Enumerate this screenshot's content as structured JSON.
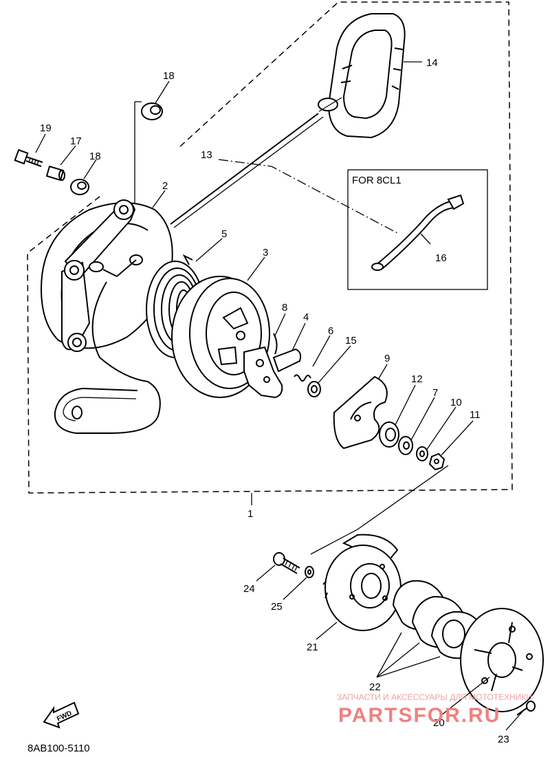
{
  "figure_code": "8AB100-5110",
  "group_label": "FOR 8CL1",
  "fwd_label": "FWD",
  "watermark": {
    "line1": "ЗАПЧАСТИ И АКСЕССУАРЫ ДЛЯ МОТОТЕХНИКИ",
    "line2": "PARTSFOR.RU"
  },
  "callouts": {
    "c1": "1",
    "c2": "2",
    "c3": "3",
    "c4": "4",
    "c5": "5",
    "c6": "6",
    "c7": "7",
    "c8": "8",
    "c9": "9",
    "c10": "10",
    "c11": "11",
    "c12": "12",
    "c13": "13",
    "c14": "14",
    "c15": "15",
    "c16": "16",
    "c17": "17",
    "c18a": "18",
    "c18b": "18",
    "c19": "19",
    "c20": "20",
    "c21": "21",
    "c22": "22",
    "c23": "23",
    "c24": "24",
    "c25": "25"
  }
}
